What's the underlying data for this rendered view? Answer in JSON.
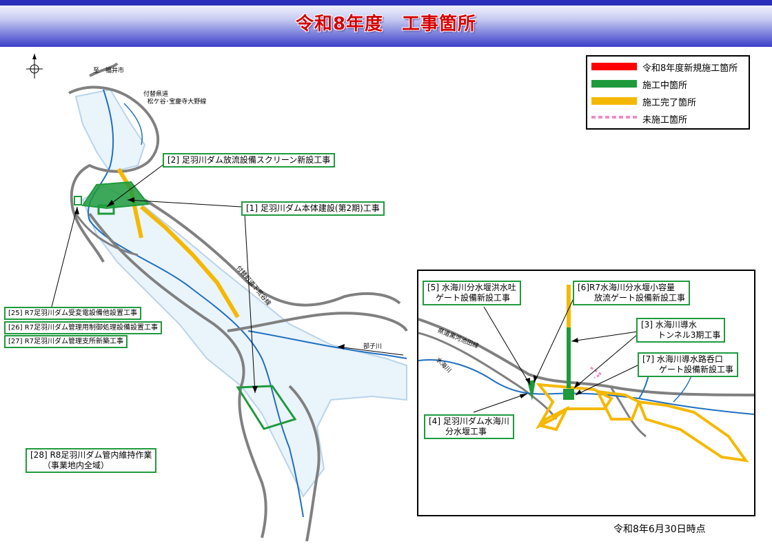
{
  "title": "令和8年度　工事箇所",
  "date_stamp": "令和8年6月30日時点",
  "legend": {
    "items": [
      {
        "label": "令和8年度新規施工箇所",
        "color": "#ff0000",
        "style": "solid"
      },
      {
        "label": "施工中箇所",
        "color": "#1e9a3c",
        "style": "solid"
      },
      {
        "label": "施工完了箇所",
        "color": "#f5b800",
        "style": "solid"
      },
      {
        "label": "未施工箇所",
        "color": "#f08cc8",
        "style": "dotted"
      }
    ]
  },
  "place_labels": {
    "fukui": "至　福井市",
    "pref_road": "付替県道\n  松ケ谷･宝慶寺大野線",
    "town_road": "付替町道下荒谷線",
    "ashiko_river": "部子川",
    "inset_pref_road": "県道黒河池田線",
    "inset_river": "水海川"
  },
  "works": {
    "w1": "[1] 足羽川ダム本体建設(第2期)工事",
    "w2": "[2] 足羽川ダム放流設備スクリーン新設工事",
    "w25": "[25] R7足羽川ダム受変電設備他設置工事",
    "w26": "[26] R7足羽川ダム管理用制御処理設備設置工事",
    "w27": "[27] R7足羽川ダム管理支所新築工事",
    "w28": "[28] R8足羽川ダム管内維持作業\n　　（事業地内全域）",
    "w5": "[5] 水海川分水堰洪水吐\n　ゲート設備新設工事",
    "w6": "[6]R7水海川分水堰小容量\n　　放流ゲート設備新設工事",
    "w3": "[3] 水海川導水\n　　トンネル3期工事",
    "w7": "[7] 水海川導水路呑口\n　　ゲート設備新設工事",
    "w4": "[4] 足羽川ダム水海川\n　　分水堰工事"
  },
  "colors": {
    "header_band": "#3a3fc8",
    "title_text": "#d40000",
    "label_border": "#1e9a3c",
    "road": "#808080",
    "river": "#1e6fc0",
    "reservoir": "#e6f2fa"
  }
}
